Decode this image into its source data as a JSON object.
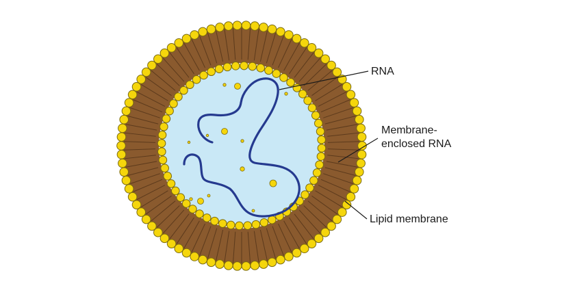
{
  "labels": {
    "rna": "RNA",
    "membrane_enclosed_line1": "Membrane-",
    "membrane_enclosed_line2": "enclosed RNA",
    "lipid_membrane": "Lipid membrane"
  },
  "colors": {
    "interior": "#c9e8f6",
    "lipid_tail": "#8a5a2e",
    "lipid_tail_line": "#5c3a1c",
    "head": "#f5d60c",
    "head_outline": "#7a6a10",
    "rna_strand": "#253a8f",
    "particle": "#f5d60c",
    "leader_line": "#1a1a1a"
  }
}
